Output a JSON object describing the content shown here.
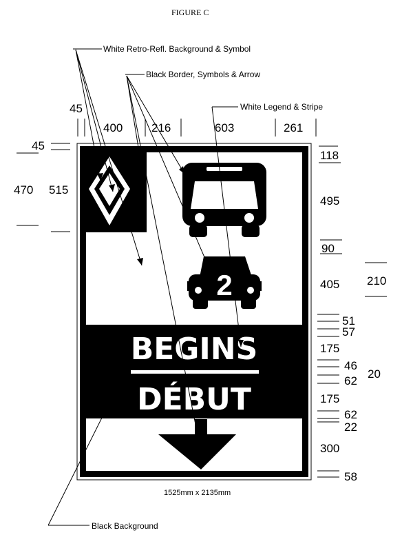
{
  "figure_title": "FIGURE C",
  "callouts": {
    "white_background": "White Retro-Refl. Background & Symbol",
    "black_border": "Black Border, Symbols & Arrow",
    "white_legend": "White Legend & Stripe",
    "black_background": "Black Background"
  },
  "sign": {
    "number": "2",
    "legend_en": "BEGINS",
    "legend_fr": "DÉBUT",
    "size_caption": "1525mm x 2135mm"
  },
  "dimensions": {
    "top_left": "45",
    "top": [
      "400",
      "216",
      "603",
      "261"
    ],
    "left_border": "45",
    "left_outer": "470",
    "left_inner": "515",
    "right": [
      "118",
      "495",
      "90",
      "405",
      "51",
      "57",
      "175",
      "46",
      "62",
      "175",
      "62",
      "22",
      "300",
      "58"
    ],
    "right_far_top": "210",
    "right_far_bottom": "20"
  }
}
